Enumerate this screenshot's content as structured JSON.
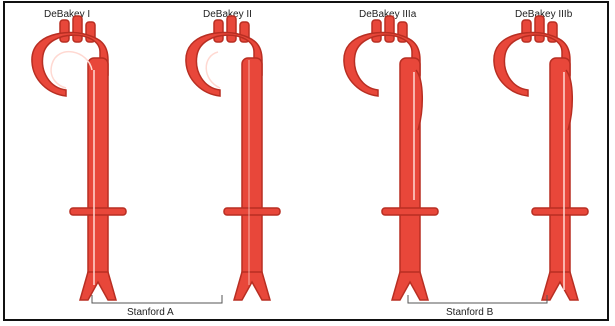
{
  "diagram": {
    "aortas": [
      {
        "id": "debakey-1",
        "label": "DeBakey I"
      },
      {
        "id": "debakey-2",
        "label": "DeBakey II"
      },
      {
        "id": "debakey-3a",
        "label": "DeBakey IIIa"
      },
      {
        "id": "debakey-3b",
        "label": "DeBakey IIIb"
      }
    ],
    "groups": [
      {
        "id": "stanford-a",
        "label": "Stanford A"
      },
      {
        "id": "stanford-b",
        "label": "Stanford B"
      }
    ],
    "colors": {
      "vessel": "#e8473a",
      "vessel_edge": "#b82e22",
      "dissection_line": "#ffd9d2",
      "bracket": "#555555"
    }
  }
}
